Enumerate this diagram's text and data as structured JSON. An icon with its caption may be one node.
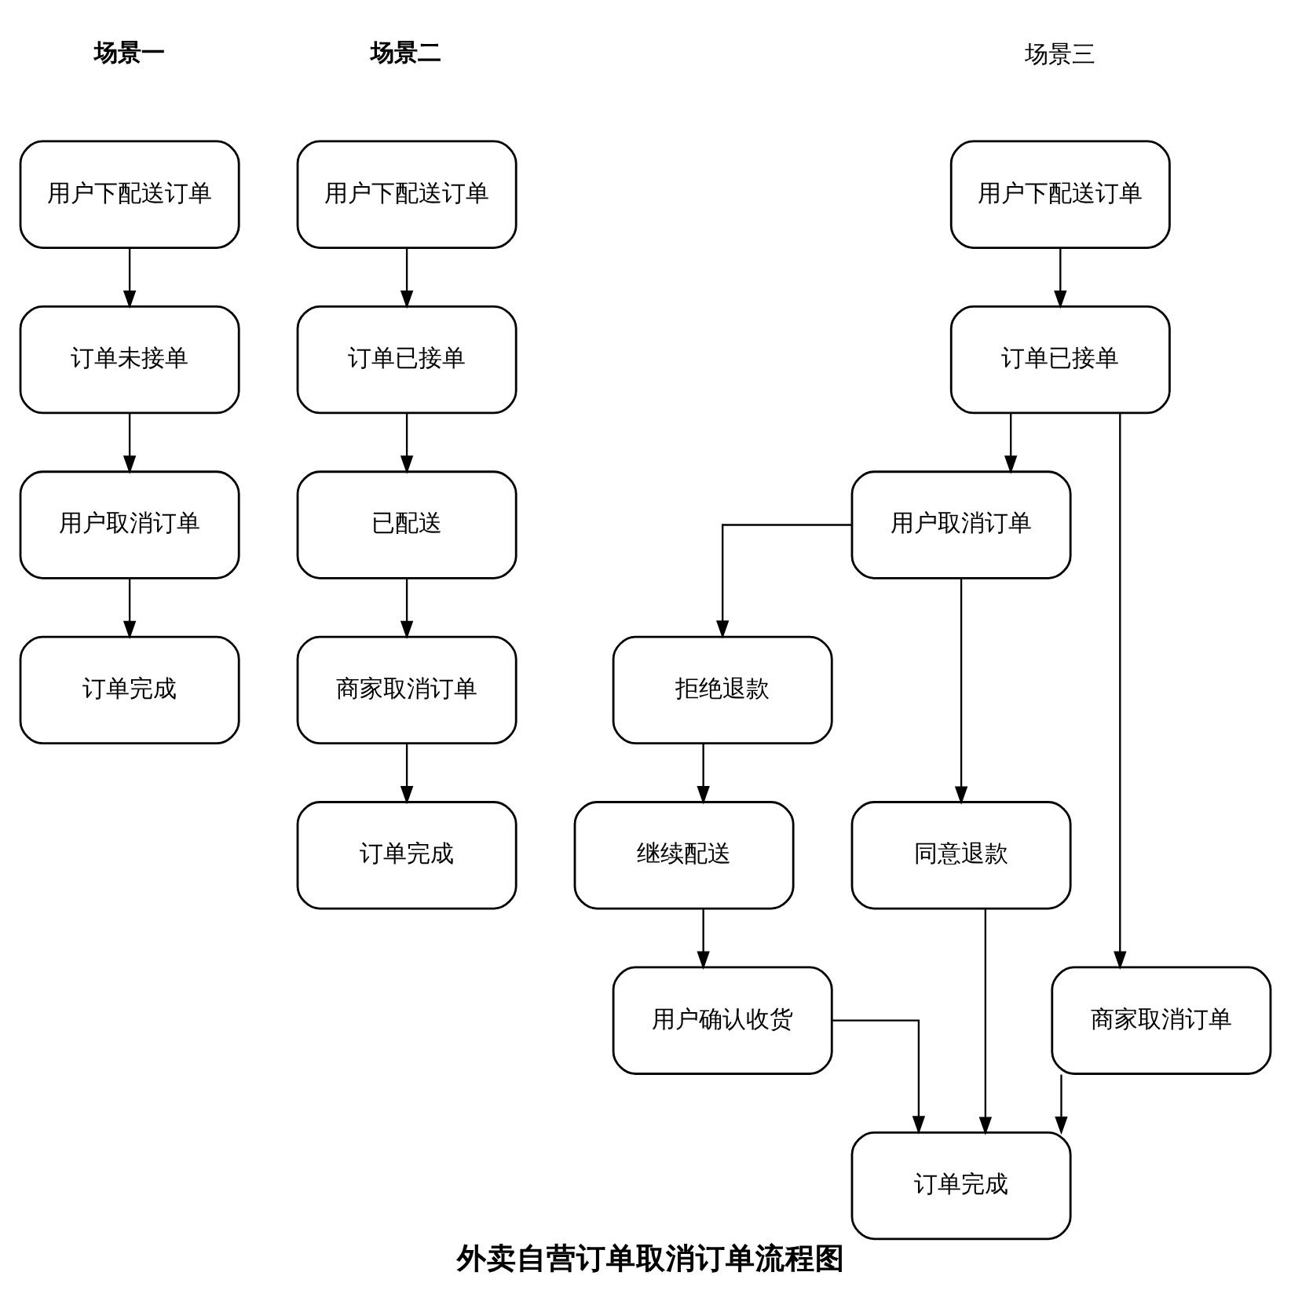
{
  "diagram": {
    "title": "外卖自营订单取消订单流程图",
    "nodes": [
      {
        "text": [
          "用户下配送订单"
        ]
      },
      {
        "text": [
          "订单未接单"
        ]
      },
      {
        "text": [
          "用户取消订单"
        ]
      },
      {
        "text": [
          "订单完成"
        ]
      },
      {
        "text": [
          "用户下配送订单"
        ]
      },
      {
        "text": [
          "订单已接单"
        ]
      },
      {
        "text": [
          "已配送"
        ]
      },
      {
        "text": [
          "商家取消订单"
        ]
      },
      {
        "text": [
          "订单完成"
        ]
      },
      {
        "text": [
          "用户下配送订单"
        ]
      },
      {
        "text": [
          "订单已接单"
        ]
      },
      {
        "text": [
          "用户取消订单"
        ]
      },
      {
        "text": [
          "商家取消订单"
        ]
      },
      {
        "text": [
          "拒绝退款"
        ]
      },
      {
        "text": [
          "同意退款"
        ]
      },
      {
        "text": [
          "继续配送"
        ]
      },
      {
        "text": [
          "用户确认收货"
        ]
      },
      {
        "text": [
          "订单完成"
        ]
      }
    ],
    "edges": [
      {
        "from": 0,
        "to": 1,
        "arrow": "to"
      },
      {
        "from": 1,
        "to": 2,
        "arrow": "to"
      },
      {
        "from": 2,
        "to": 3,
        "arrow": "to"
      },
      {
        "from": 4,
        "to": 5,
        "arrow": "to"
      },
      {
        "from": 5,
        "to": 6,
        "arrow": "to"
      },
      {
        "from": 6,
        "to": 7,
        "arrow": "to"
      },
      {
        "from": 7,
        "to": 8,
        "arrow": "to"
      },
      {
        "from": 9,
        "to": 10,
        "arrow": "to"
      },
      {
        "from": 10,
        "to": 11,
        "arrow": "to"
      },
      {
        "from": 10,
        "to": 12,
        "arrow": "to"
      },
      {
        "from": 11,
        "to": 13,
        "arrow": "to"
      },
      {
        "from": 11,
        "to": 14,
        "arrow": "to"
      },
      {
        "from": 13,
        "to": 15,
        "arrow": "to"
      },
      {
        "from": 15,
        "to": 16,
        "arrow": "to"
      },
      {
        "from": 16,
        "to": 17,
        "arrow": "to"
      },
      {
        "from": 14,
        "to": 17,
        "arrow": "to"
      },
      {
        "from": 12,
        "to": 17,
        "arrow": "to"
      }
    ],
    "labels": [
      "场景一",
      "场景二",
      "场景三"
    ]
  }
}
